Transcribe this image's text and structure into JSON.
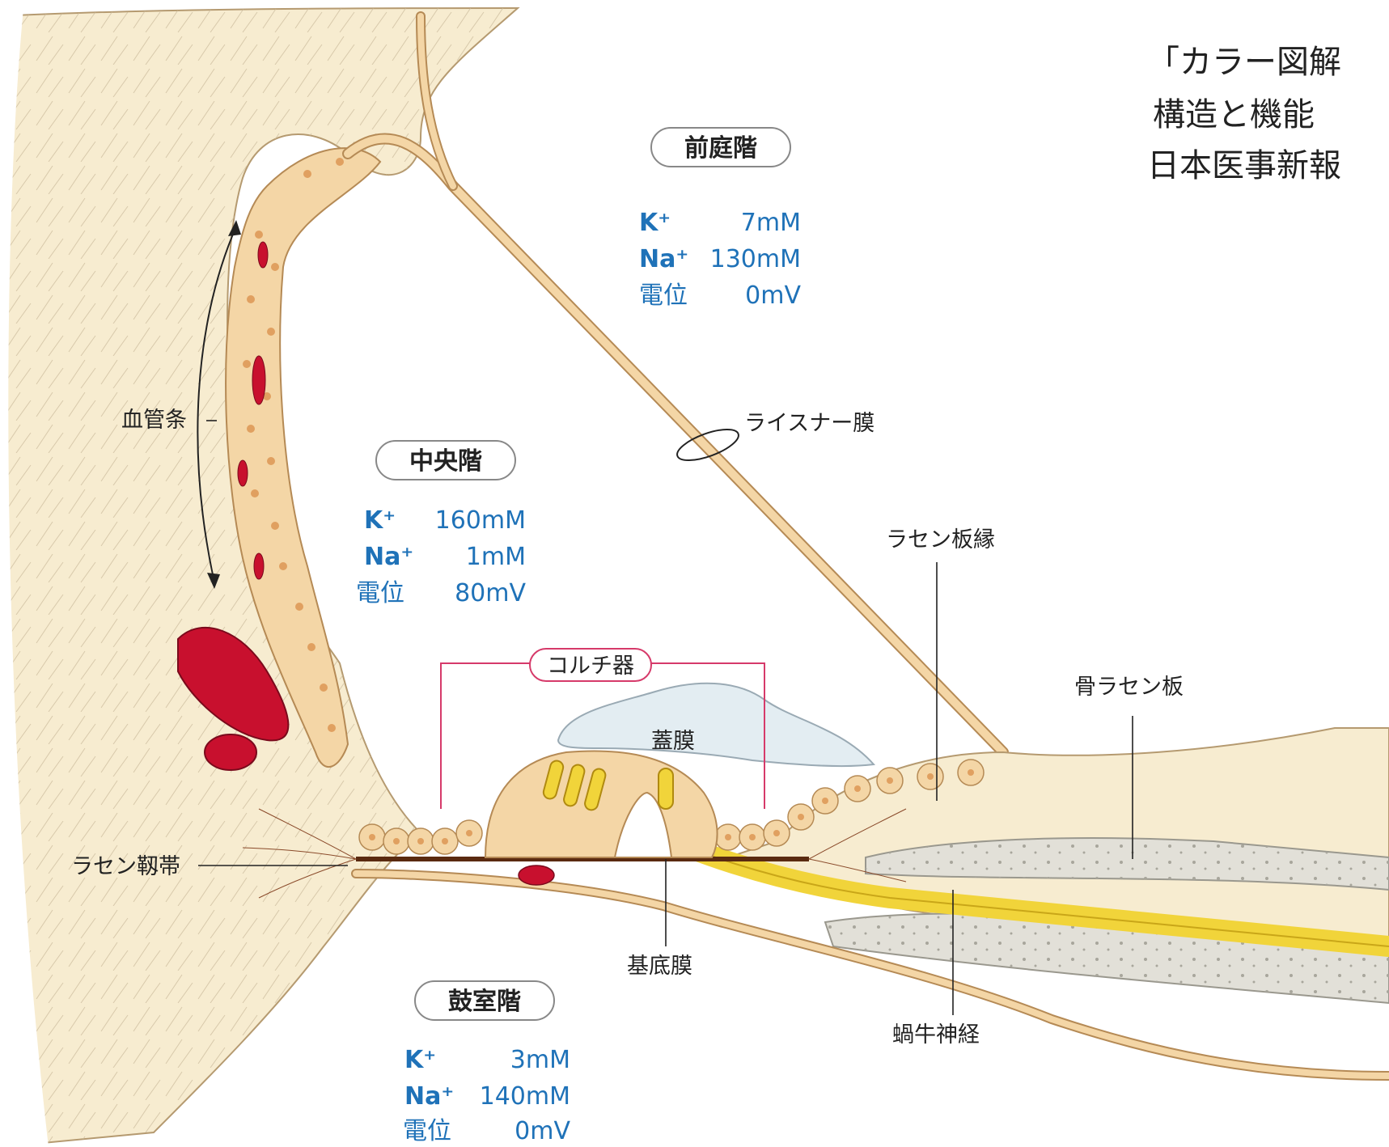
{
  "caption": {
    "line1": "「カラー図解",
    "line2": "構造と機能",
    "line3": "日本医事新報"
  },
  "scalae": [
    {
      "name": "前庭階",
      "ions": [
        {
          "label": "K⁺",
          "value": "7mM"
        },
        {
          "label": "Na⁺",
          "value": "130mM"
        },
        {
          "label": "電位",
          "value": "0mV"
        }
      ]
    },
    {
      "name": "中央階",
      "ions": [
        {
          "label": "K⁺",
          "value": "160mM"
        },
        {
          "label": "Na⁺",
          "value": "1mM"
        },
        {
          "label": "電位",
          "value": "80mV"
        }
      ]
    },
    {
      "name": "鼓室階",
      "ions": [
        {
          "label": "K⁺",
          "value": "3mM"
        },
        {
          "label": "Na⁺",
          "value": "140mM"
        },
        {
          "label": "電位",
          "value": "0mV"
        }
      ]
    }
  ],
  "labels": {
    "stria": "血管条",
    "reissner": "ライスナー膜",
    "limbus": "ラセン板縁",
    "organ_of_corti": "コルチ器",
    "tectorial": "蓋膜",
    "osseous_lamina": "骨ラセン板",
    "spiral_ligament": "ラセン靱帯",
    "basilar": "基底膜",
    "cochlear_nerve": "蝸牛神経"
  },
  "colors": {
    "tissue": "#f7ecd0",
    "cell": "#f4d6a6",
    "nucleus": "#e0a060",
    "vessel": "#c8102e",
    "nerve": "#f1d43a",
    "bone": "#e2e0d8",
    "ion_accent": "#1f72b8",
    "bracket": "#d63a6a",
    "tectorial": "#e3edf2"
  }
}
